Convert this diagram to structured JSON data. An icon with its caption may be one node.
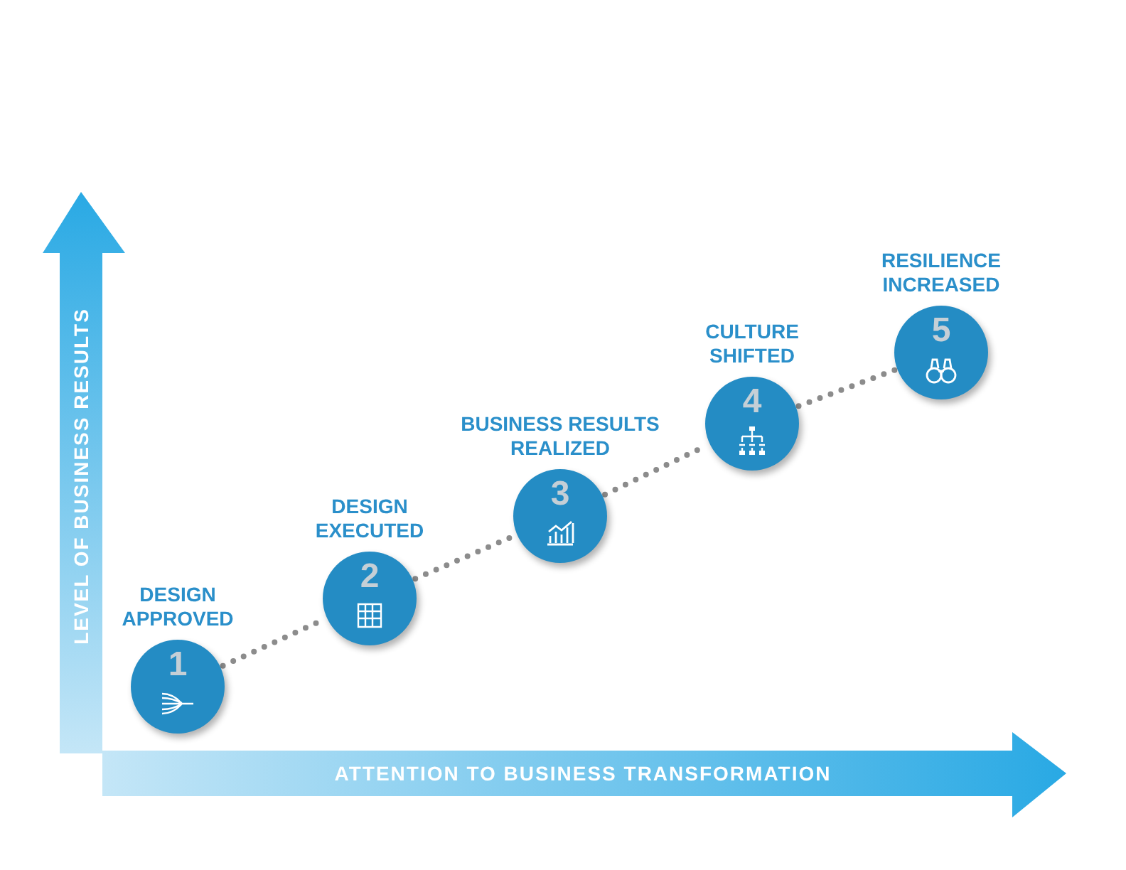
{
  "diagram": {
    "nodes": [
      {
        "text": [
          "DESIGN APPROVED",
          "1"
        ]
      },
      {
        "text": [
          "DESIGN EXECUTED",
          "2"
        ]
      },
      {
        "text": [
          "BUSINESS RESULTS REALIZED",
          "3"
        ]
      },
      {
        "text": [
          "CULTURE SHIFTED",
          "4"
        ]
      },
      {
        "text": [
          "RESILIENCE INCREASED",
          "5"
        ]
      }
    ],
    "edges": [
      {
        "from": 0,
        "to": 1,
        "arrow": "none"
      },
      {
        "from": 1,
        "to": 2,
        "arrow": "none"
      },
      {
        "from": 2,
        "to": 3,
        "arrow": "none"
      },
      {
        "from": 3,
        "to": 4,
        "arrow": "none"
      }
    ],
    "labels": [
      "LEVEL OF BUSINESS RESULTS",
      "ATTENTION TO BUSINESS TRANSFORMATION"
    ]
  }
}
